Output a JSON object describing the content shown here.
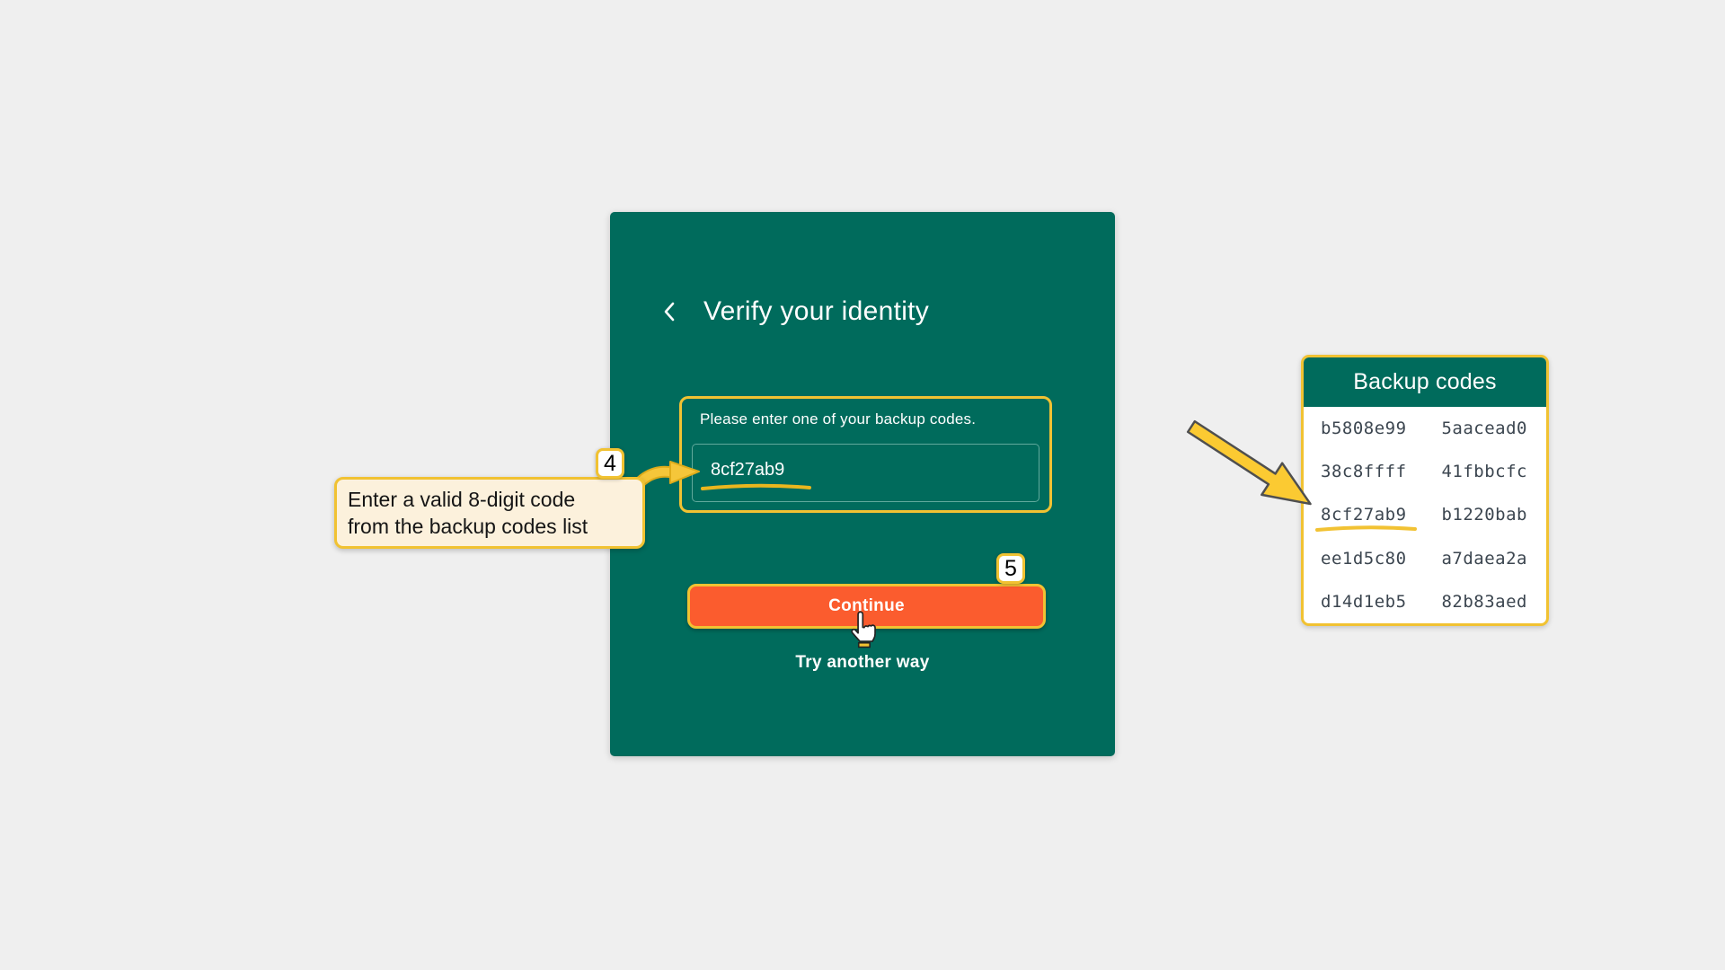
{
  "page": {
    "background_color": "#efefef"
  },
  "verify_card": {
    "title": "Verify your identity",
    "instruction": "Please enter one of your backup codes.",
    "input_value": "8cf27ab9",
    "continue_label": "Continue",
    "try_another_label": "Try another way",
    "colors": {
      "card_bg": "#006b5c",
      "accent_yellow": "#f1c232",
      "button_orange": "#fb5c2e",
      "text": "#ffffff"
    }
  },
  "annotations": {
    "step4_badge": "4",
    "step5_badge": "5",
    "tooltip": {
      "line1": "Enter a valid 8-digit code",
      "line2": "from the backup codes list",
      "bg": "#fcf1dc"
    }
  },
  "backup_panel": {
    "title": "Backup codes",
    "highlighted_code": "8cf27ab9",
    "code_color": "#3c4650",
    "rows": [
      {
        "left": "b5808e99",
        "right": "5aacead0"
      },
      {
        "left": "38c8ffff",
        "right": "41fbbcfc"
      },
      {
        "left": "8cf27ab9",
        "right": "b1220bab"
      },
      {
        "left": "ee1d5c80",
        "right": "a7daea2a"
      },
      {
        "left": "d14d1eb5",
        "right": "82b83aed"
      }
    ]
  }
}
